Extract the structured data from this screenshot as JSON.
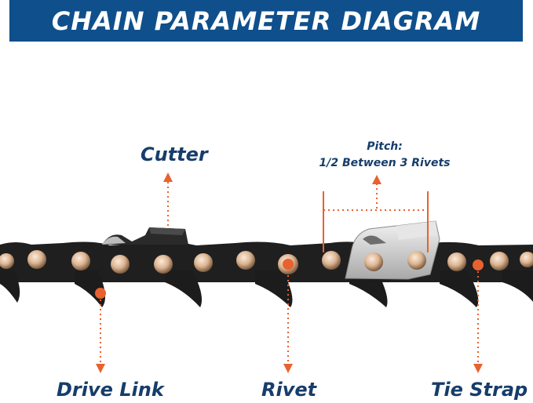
{
  "title": "CHAIN PARAMETER DIAGRAM",
  "labels": {
    "cutter": "Cutter",
    "pitch_title": "Pitch:",
    "pitch_detail": "1/2 Between 3 Rivets",
    "drive_link": "Drive Link",
    "rivet": "Rivet",
    "tie_strap": "Tie Strap"
  },
  "colors": {
    "banner": "#0f4f8c",
    "label_text": "#163d6b",
    "accent": "#e8622f",
    "chain_body": "#232323",
    "rivet": "#d9b28c",
    "cutter_plate": "#c9c9c9"
  },
  "icons": {
    "marker": "orange-dot",
    "arrow": "orange-arrowhead"
  }
}
